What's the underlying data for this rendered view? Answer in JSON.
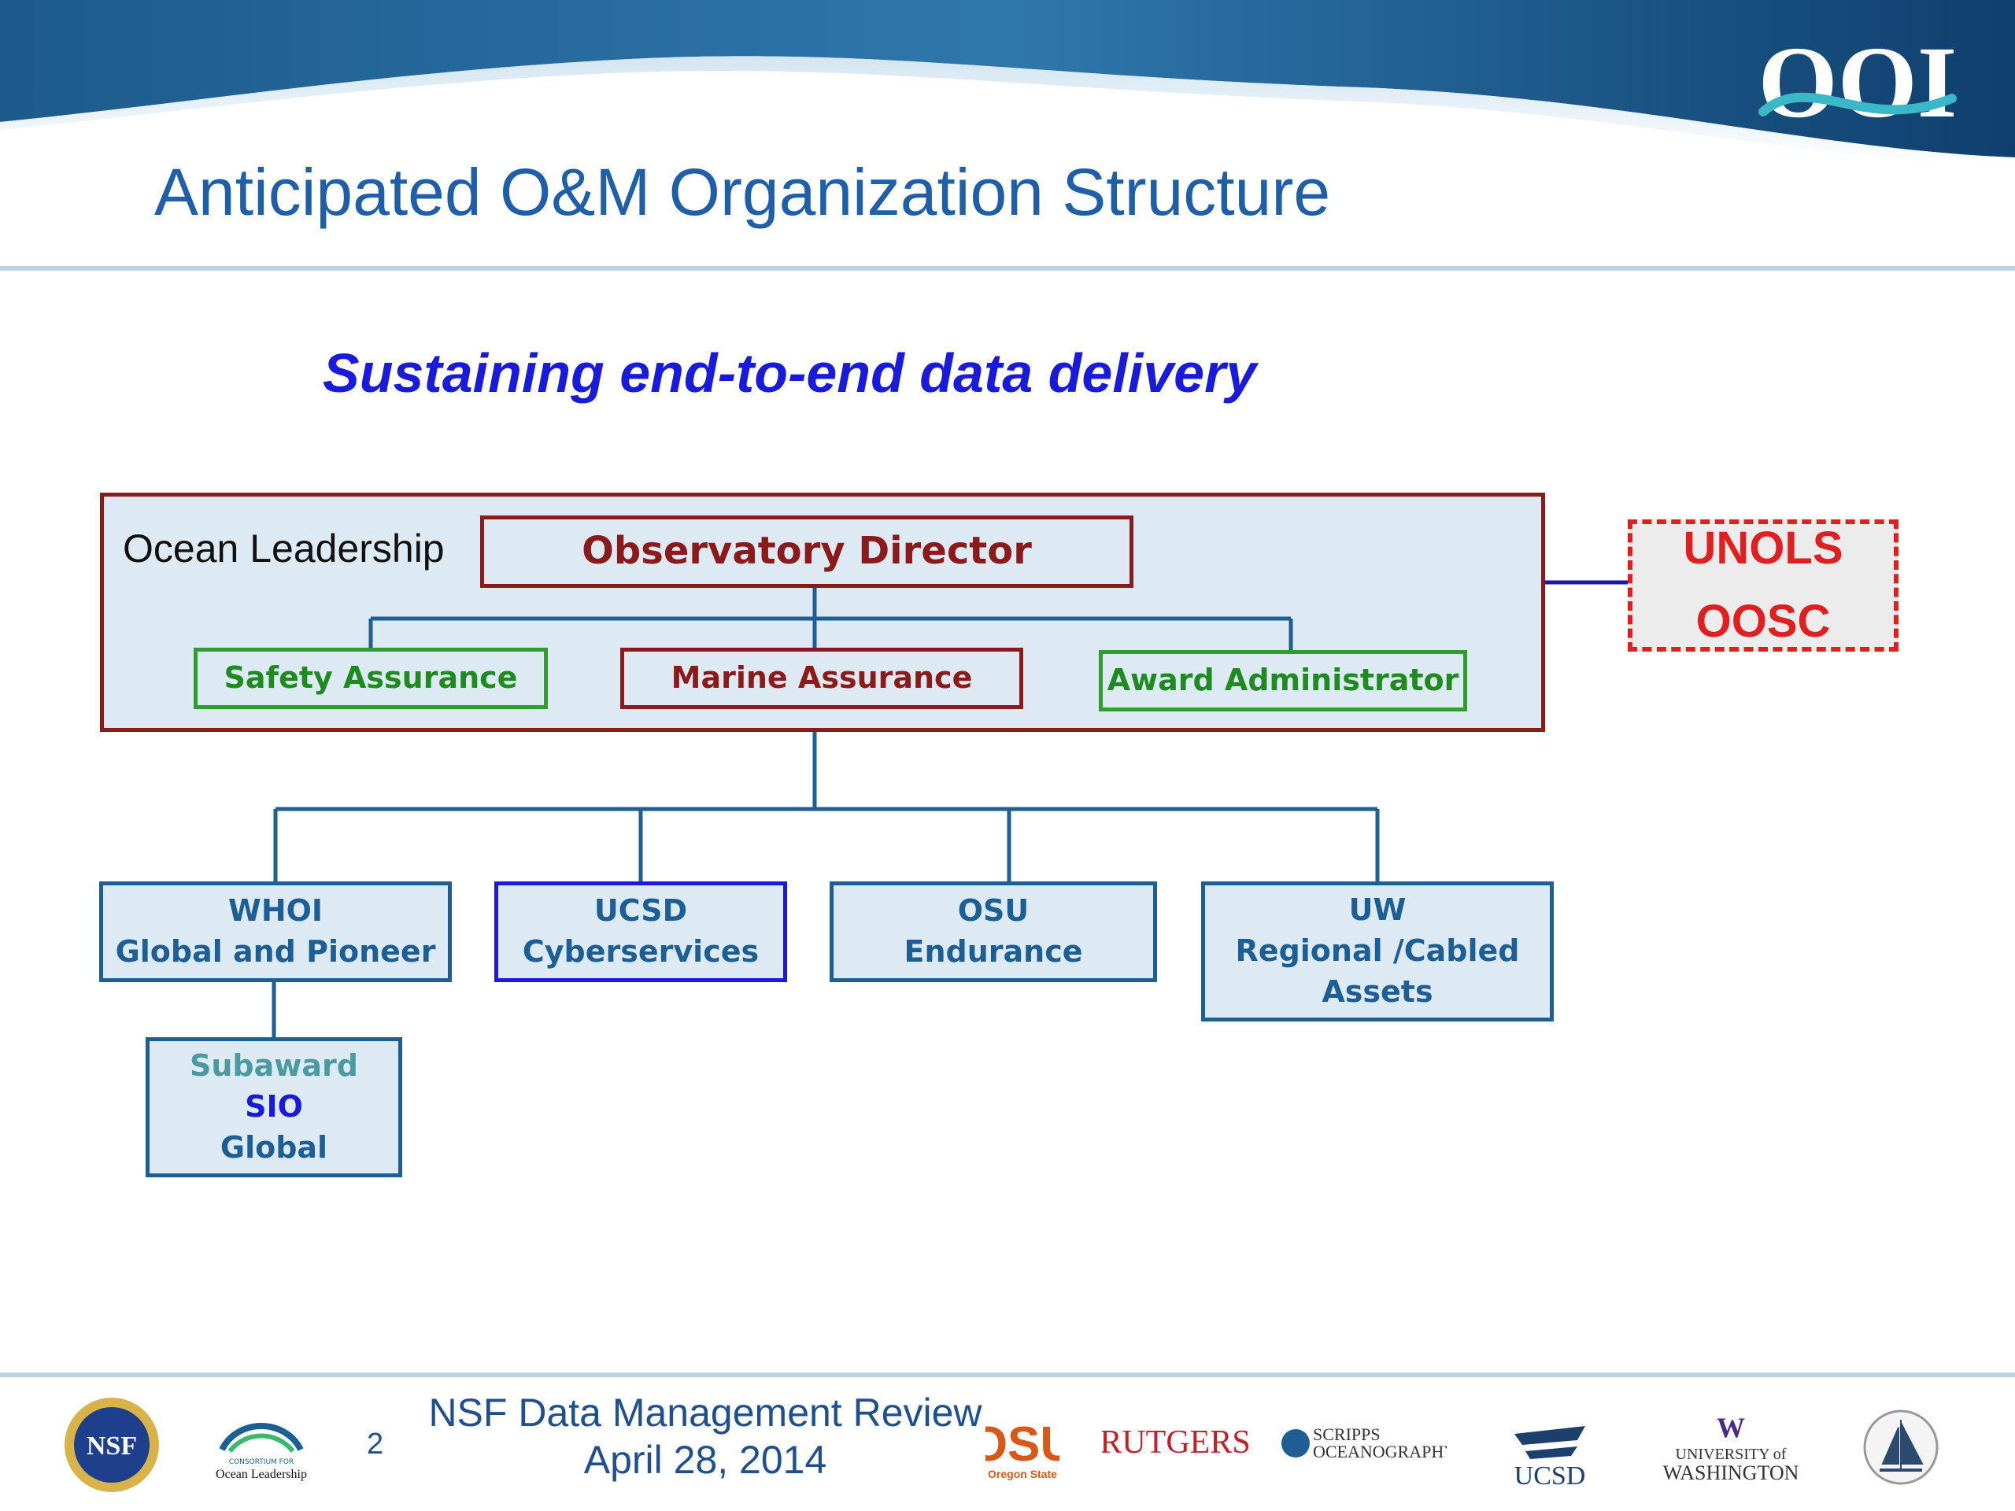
{
  "header": {
    "logo_text": "OOI",
    "title": "Anticipated O&M Organization Structure"
  },
  "subtitle": "Sustaining end-to-end data delivery",
  "org": {
    "container_label": "Ocean Leadership",
    "director": "Observatory Director",
    "safety": "Safety Assurance",
    "marine": "Marine Assurance",
    "award": "Award Administrator",
    "unols": [
      "UNOLS",
      "OOSC"
    ],
    "whoi": [
      "WHOI",
      "Global and Pioneer"
    ],
    "ucsd": [
      "UCSD",
      "Cyberservices"
    ],
    "osu": [
      "OSU",
      "Endurance"
    ],
    "uw": [
      "UW",
      "Regional /Cabled",
      "Assets"
    ],
    "sio": [
      "Subaward",
      "SIO",
      "Global"
    ]
  },
  "footer": {
    "page_number": "2",
    "line1": "NSF Data Management Review",
    "line2": "April 28, 2014",
    "logos": {
      "nsf": "NSF",
      "col_line1": "CONSORTIUM FOR",
      "col_line2": "Ocean Leadership",
      "osu_mark": "OSU",
      "osu_sub": "Oregon State",
      "rutgers": "RUTGERS",
      "scripps1": "SCRIPPS",
      "scripps2": "OCEANOGRAPHY",
      "ucsd": "UCSD",
      "uw_mark": "W",
      "uw_line1": "UNIVERSITY of",
      "uw_line2": "WASHINGTON"
    }
  },
  "colors": {
    "title_blue": "#1f5ea8",
    "subtitle_blue": "#1a1adb",
    "maroon": "#8b1a1a",
    "green": "#2e9e2e",
    "navy": "#1d5f95",
    "red": "#e02020",
    "box_fill": "#deeaf3"
  }
}
